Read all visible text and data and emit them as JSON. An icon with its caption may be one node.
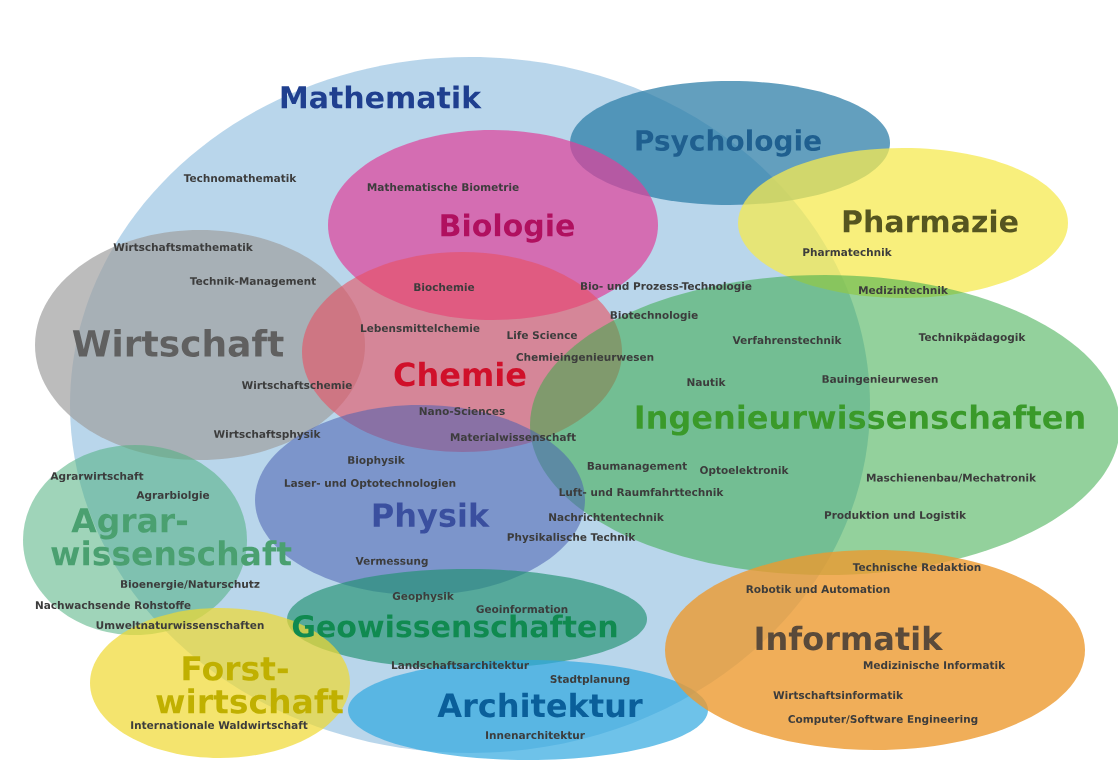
{
  "diagram": {
    "nodes": [
      {
        "text": [
          "Mathematik"
        ]
      },
      {
        "text": [
          "Psychologie"
        ]
      },
      {
        "text": [
          "Biologie"
        ],
        "in": 0
      },
      {
        "text": [
          "Pharmazie"
        ]
      },
      {
        "text": [
          "Wirtschaft"
        ]
      },
      {
        "text": [
          "Chemie"
        ],
        "in": 0
      },
      {
        "text": [
          "Ingenieurwissenschaften"
        ]
      },
      {
        "text": [
          "Physik"
        ],
        "in": 0
      },
      {
        "text": [
          "Agrar- wissenschaft"
        ]
      },
      {
        "text": [
          "Geowissenschaften"
        ],
        "in": 0
      },
      {
        "text": [
          "Forst- wirtschaft"
        ]
      },
      {
        "text": [
          "Architektur"
        ]
      },
      {
        "text": [
          "Informatik"
        ]
      }
    ],
    "labels": [
      "Technomathematik",
      "Mathematische Biometrie",
      "Wirtschaftsmathematik",
      "Pharmatechnik",
      "Technik-Management",
      "Biochemie",
      "Bio- und Prozess-Technologie",
      "Medizintechnik",
      "Biotechnologie",
      "Lebensmittelchemie",
      "Life Science",
      "Verfahrenstechnik",
      "Technikpädagogik",
      "Chemieingenieurwesen",
      "Nautik",
      "Bauingenieurwesen",
      "Wirtschaftschemie",
      "Nano-Sciences",
      "Wirtschaftsphysik",
      "Materialwissenschaft",
      "Agrarwirtschaft",
      "Biophysik",
      "Baumanagement",
      "Optoelektronik",
      "Maschienenbau/Mechatronik",
      "Laser- und Optotechnologien",
      "Agrarbiolgie",
      "Luft- und Raumfahrttechnik",
      "Nachrichtentechnik",
      "Produktion und Logistik",
      "Physikalische Technik",
      "Vermessung",
      "Technische Redaktion",
      "Bioenergie/Naturschutz",
      "Robotik und Automation",
      "Geophysik",
      "Nachwachsende Rohstoffe",
      "Geoinformation",
      "Umweltnaturwissenschaften",
      "Landschaftsarchitektur",
      "Medizinische Informatik",
      "Stadtplanung",
      "Wirtschaftsinformatik",
      "Internationale Waldwirtschaft",
      "Computer/Software Engineering",
      "Innenarchitektur"
    ]
  }
}
